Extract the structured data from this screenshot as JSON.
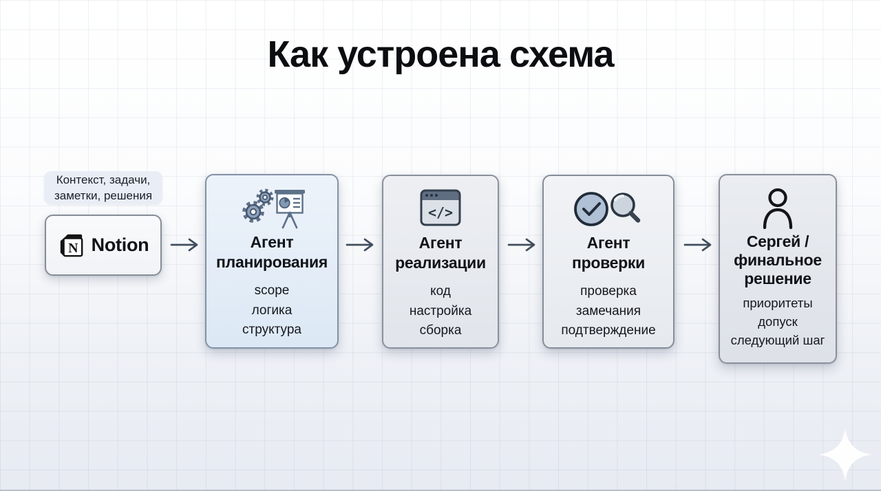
{
  "title": "Как устроена схема",
  "source": {
    "annotation": "Контекст, задачи,\nзаметки, решения",
    "name": "Notion",
    "logo_letter": "N"
  },
  "steps": [
    {
      "title": "Агент\nпланирования",
      "items": [
        "scope",
        "логика",
        "структура"
      ],
      "icon": "gears-and-presentation-board"
    },
    {
      "title": "Агент\nреализации",
      "items": [
        "код",
        "настройка",
        "сборка"
      ],
      "icon": "browser-code-window",
      "icon_glyph": "</>"
    },
    {
      "title": "Агент\nпроверки",
      "items": [
        "проверка",
        "замечания",
        "подтверждение"
      ],
      "icon": "check-circle-and-magnifier"
    },
    {
      "title": "Сергей /\nфинальное\nрешение",
      "items": [
        "приоритеты",
        "допуск",
        "следующий шаг"
      ],
      "icon": "person"
    }
  ],
  "colors": {
    "title_text": "#0b0d10",
    "icon_steel_blue": "#5d7089",
    "arrow": "#414e5d",
    "planning_card_bg": "#e4edf8",
    "neutral_card_bg": "#e8eaee",
    "sparkle": "#ffffff"
  }
}
